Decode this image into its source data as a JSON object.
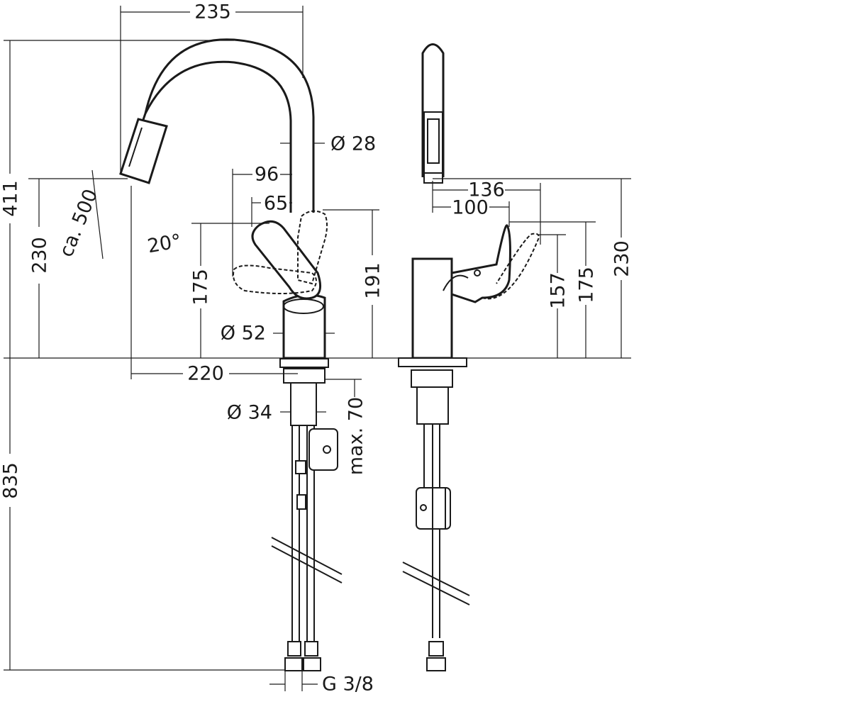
{
  "labels": {
    "spout_reach_width": "235",
    "total_height": "411",
    "outlet_height_left": "230",
    "hose_length": "ca. 500",
    "pull_angle": "20°",
    "spout_diameter": "Ø 28",
    "handle_96": "96",
    "handle_65": "65",
    "height_175_left": "175",
    "height_191": "191",
    "body_diameter": "Ø 52",
    "spout_projection": "220",
    "shank_diameter": "Ø 34",
    "max_deck": "max. 70",
    "below_deck": "835",
    "connection_thread": "G 3/8",
    "side_136": "136",
    "side_100": "100",
    "height_157": "157",
    "height_175_right": "175",
    "outlet_height_right": "230"
  },
  "colors": {
    "line": "#1a1a1a",
    "background": "#ffffff"
  }
}
